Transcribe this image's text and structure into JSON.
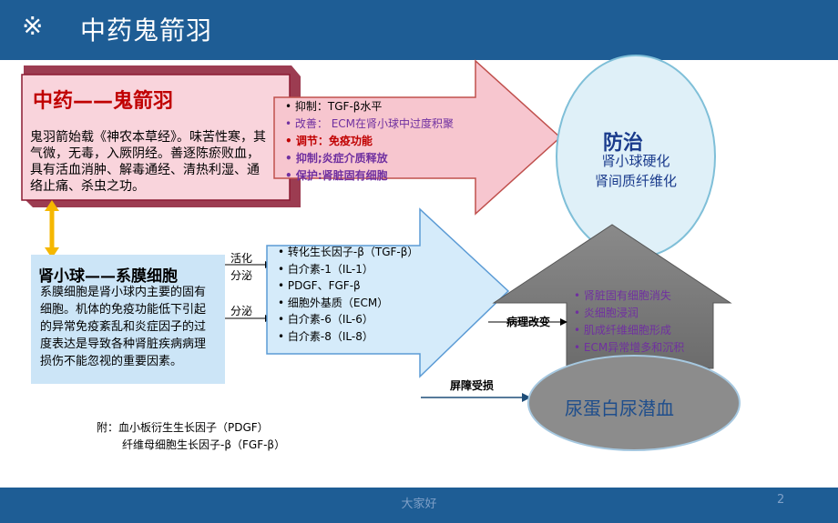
{
  "header": {
    "mark": "※",
    "title": "中药鬼箭羽"
  },
  "herb_box": {
    "title": "中药——鬼箭羽",
    "body": "鬼羽箭始载《神农本草经》。味苦性寒，其气微，无毒，入厥阴经。善逐陈瘀败血，具有活血消肿、解毒通经、清热利湿、通络止痛、杀虫之功。"
  },
  "effects": [
    {
      "text": "抑制：TGF-β水平",
      "color": "#000000",
      "bold": false
    },
    {
      "text": "改善： ECM在肾小球中过度积聚",
      "color": "#7030a0",
      "bold": false
    },
    {
      "text": "调节：免疫功能",
      "color": "#c00000",
      "bold": true
    },
    {
      "text": "抑制;炎症介质释放",
      "color": "#7030a0",
      "bold": true
    },
    {
      "text": "保护:肾脏固有细胞",
      "color": "#7030a0",
      "bold": true
    }
  ],
  "prevention": {
    "title": "防治",
    "lines": [
      "肾小球硬化",
      "肾间质纤维化"
    ]
  },
  "glomerulus_box": {
    "title": "肾小球——系膜细胞",
    "body": "系膜细胞是肾小球内主要的固有细胞。机体的免疫功能低下引起的异常免疫紊乱和炎症因子的过度表达是导致各种肾脏疾病病理损伤不能忽视的重要因素。"
  },
  "labels": {
    "activate": "活化",
    "secrete1": "分泌",
    "secrete2": "分泌",
    "pathology": "病理改变",
    "barrier": "屏障受损"
  },
  "factors": [
    "转化生长因子-β（TGF-β）",
    "白介素-1（IL-1）",
    "PDGF、FGF-β",
    "细胞外基质（ECM）",
    "白介素-6（IL-6）",
    "白介素-8（IL-8）"
  ],
  "pathology_changes": [
    "肾脏固有细胞消失",
    "炎细胞浸润",
    "肌成纤维细胞形成",
    "ECM异常增多和沉积"
  ],
  "outcome": "尿蛋白尿潜血",
  "footnote": {
    "line1": "附：血小板衍生生长因子（PDGF）",
    "line2": "纤维母细胞生长因子-β（FGF-β）"
  },
  "footer": {
    "center": "大家好",
    "page": "2"
  },
  "colors": {
    "bar": "#1e5d95",
    "pink_box": "#f9d4dc",
    "blue_box": "#cce5f7",
    "arrow_pink": "#f7c6cf",
    "arrow_blue": "#d5ebfa",
    "house": "#808080",
    "ellipse": "#dfeff9"
  }
}
